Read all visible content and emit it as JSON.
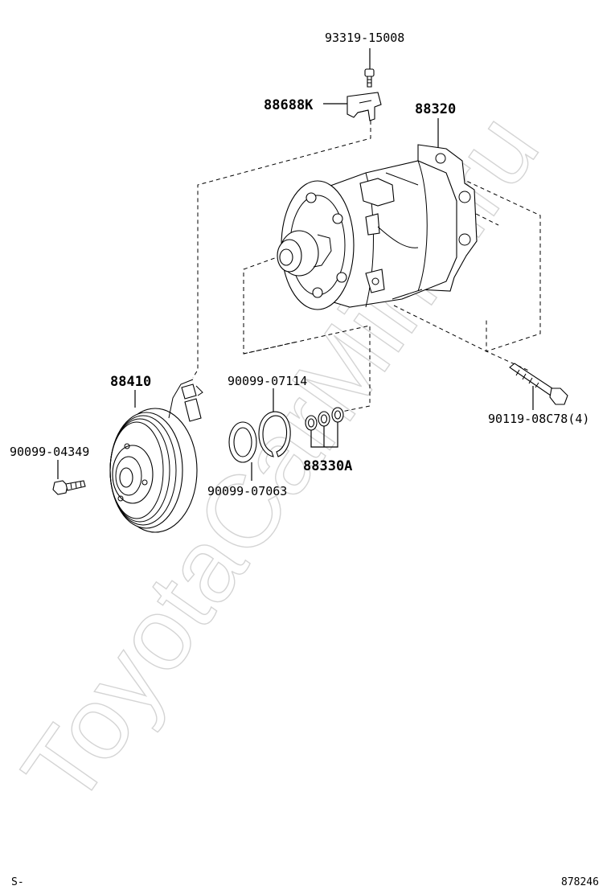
{
  "watermark": "ToyotaCarMine.ru",
  "labels": {
    "p93319": "93319-15008",
    "p88688k": "88688K",
    "p88320": "88320",
    "p88410": "88410",
    "p90099_07114": "90099-07114",
    "p90099_04349": "90099-04349",
    "p88330a": "88330A",
    "p90099_07063": "90099-07063",
    "p90119": "90119-08C78(4)"
  },
  "footer": {
    "left": "S-",
    "right": "878246"
  }
}
